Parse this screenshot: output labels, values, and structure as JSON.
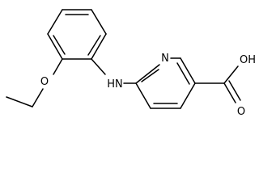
{
  "molecule": {
    "atoms": {
      "ring_nitrogen": "N",
      "amine": "HN",
      "ether_oxygen": "O",
      "acid_group": "OH",
      "carbonyl_oxygen": "O"
    },
    "colors": {
      "bond": "#000000",
      "label": "#000000",
      "background": "#ffffff"
    }
  }
}
